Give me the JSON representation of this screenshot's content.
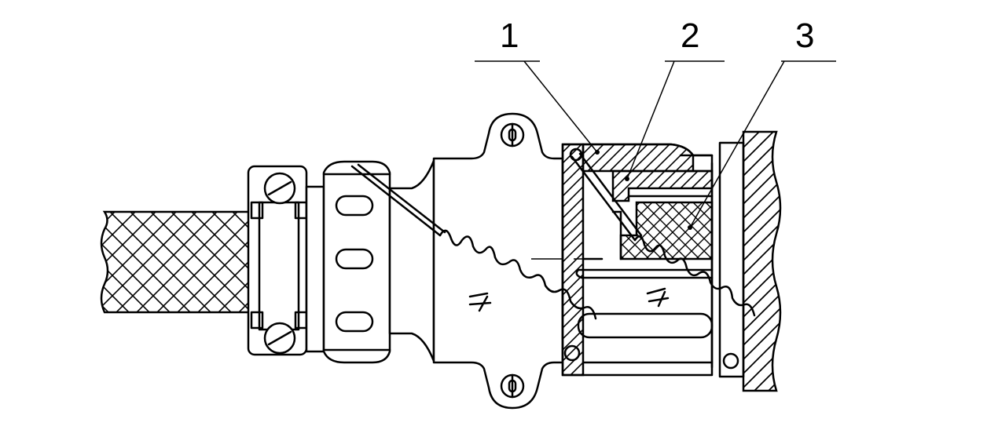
{
  "callouts": [
    {
      "id": "1",
      "label": "1"
    },
    {
      "id": "2",
      "label": "2"
    },
    {
      "id": "3",
      "label": "3"
    }
  ],
  "icons": [
    "screw-head-icon",
    "mounting-hole-icon",
    "lock-wire-icon"
  ],
  "colors": {
    "line": "#000000",
    "background": "#ffffff"
  }
}
